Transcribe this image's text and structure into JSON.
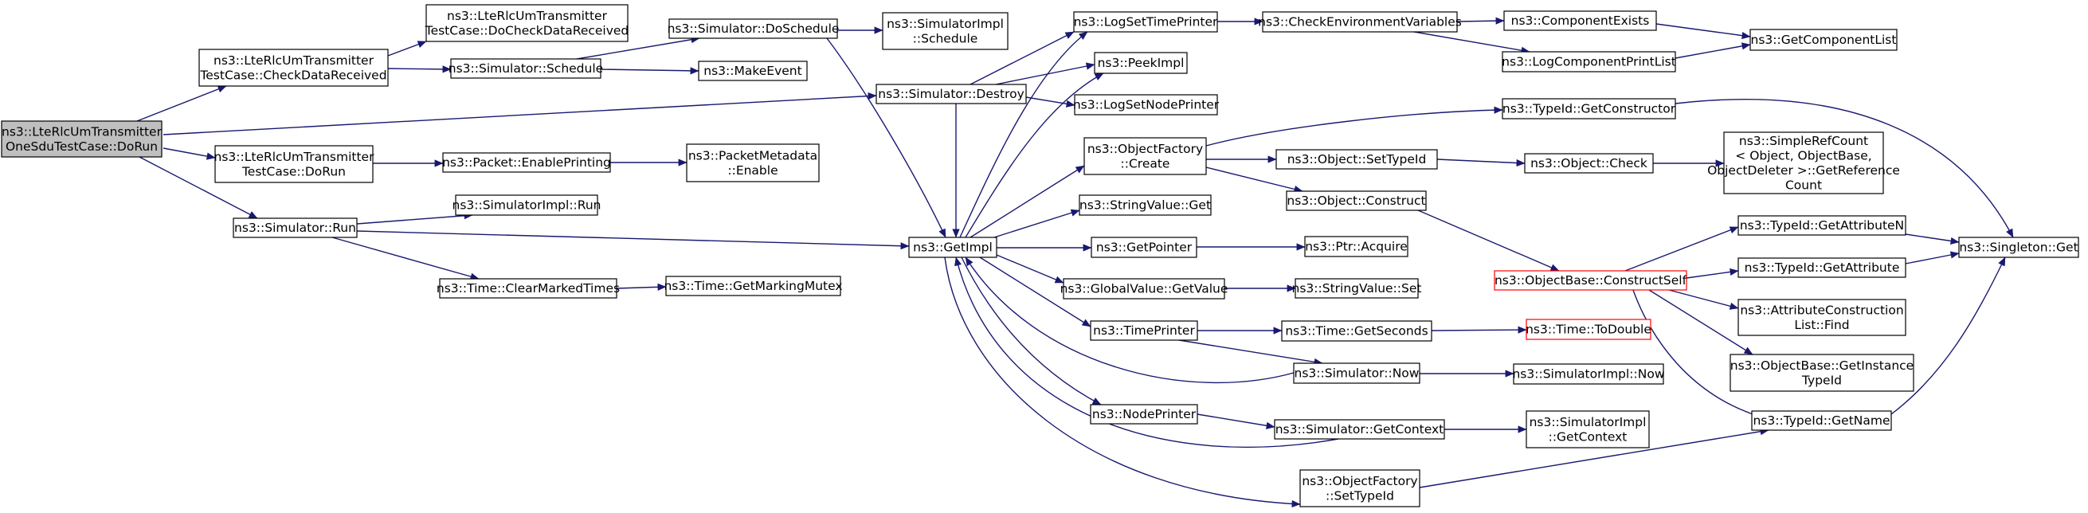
{
  "colors": {
    "edge": "#191970",
    "node_border": "#000000",
    "node_border_red": "#ff0000",
    "node_fill": "#ffffff",
    "root_fill": "#bfbfbf"
  },
  "nodes": [
    {
      "id": "dorun_root",
      "lines": [
        "ns3::LteRlcUmTransmitter",
        "OneSduTestCase::DoRun"
      ],
      "root": true
    },
    {
      "id": "check_data_received",
      "lines": [
        "ns3::LteRlcUmTransmitter",
        "TestCase::CheckDataReceived"
      ]
    },
    {
      "id": "do_check_data_received",
      "lines": [
        "ns3::LteRlcUmTransmitter",
        "TestCase::DoCheckDataReceived"
      ]
    },
    {
      "id": "tc_dorun",
      "lines": [
        "ns3::LteRlcUmTransmitter",
        "TestCase::DoRun"
      ]
    },
    {
      "id": "sim_run",
      "lines": [
        "ns3::Simulator::Run"
      ]
    },
    {
      "id": "sim_schedule",
      "lines": [
        "ns3::Simulator::Schedule"
      ]
    },
    {
      "id": "sim_doschedule",
      "lines": [
        "ns3::Simulator::DoSchedule"
      ]
    },
    {
      "id": "make_event",
      "lines": [
        "ns3::MakeEvent"
      ]
    },
    {
      "id": "simimpl_schedule",
      "lines": [
        "ns3::SimulatorImpl",
        "::Schedule"
      ]
    },
    {
      "id": "packet_enable_printing",
      "lines": [
        "ns3::Packet::EnablePrinting"
      ]
    },
    {
      "id": "packetmeta_enable",
      "lines": [
        "ns3::PacketMetadata",
        "::Enable"
      ]
    },
    {
      "id": "simimpl_run",
      "lines": [
        "ns3::SimulatorImpl::Run"
      ]
    },
    {
      "id": "time_clearmarked",
      "lines": [
        "ns3::Time::ClearMarkedTimes"
      ]
    },
    {
      "id": "time_getmarkingmutex",
      "lines": [
        "ns3::Time::GetMarkingMutex"
      ]
    },
    {
      "id": "sim_destroy",
      "lines": [
        "ns3::Simulator::Destroy"
      ]
    },
    {
      "id": "getimpl",
      "lines": [
        "ns3::GetImpl"
      ]
    },
    {
      "id": "logsettimeprinter",
      "lines": [
        "ns3::LogSetTimePrinter"
      ]
    },
    {
      "id": "peekimpl",
      "lines": [
        "ns3::PeekImpl"
      ]
    },
    {
      "id": "logsetnodeprinter",
      "lines": [
        "ns3::LogSetNodePrinter"
      ]
    },
    {
      "id": "objfactory_create",
      "lines": [
        "ns3::ObjectFactory",
        "::Create"
      ]
    },
    {
      "id": "stringvalue_get",
      "lines": [
        "ns3::StringValue::Get"
      ]
    },
    {
      "id": "getpointer",
      "lines": [
        "ns3::GetPointer"
      ]
    },
    {
      "id": "globalvalue_getvalue",
      "lines": [
        "ns3::GlobalValue::GetValue"
      ]
    },
    {
      "id": "timeprinter",
      "lines": [
        "ns3::TimePrinter"
      ]
    },
    {
      "id": "nodeprinter",
      "lines": [
        "ns3::NodePrinter"
      ]
    },
    {
      "id": "objfactory_settypeid",
      "lines": [
        "ns3::ObjectFactory",
        "::SetTypeId"
      ]
    },
    {
      "id": "checkenvvars",
      "lines": [
        "ns3::CheckEnvironmentVariables"
      ]
    },
    {
      "id": "componentexists",
      "lines": [
        "ns3::ComponentExists"
      ]
    },
    {
      "id": "logcomponentprintlist",
      "lines": [
        "ns3::LogComponentPrintList"
      ]
    },
    {
      "id": "getcomponentlist",
      "lines": [
        "ns3::GetComponentList"
      ]
    },
    {
      "id": "typeid_getconstructor",
      "lines": [
        "ns3::TypeId::GetConstructor"
      ]
    },
    {
      "id": "object_settypeid",
      "lines": [
        "ns3::Object::SetTypeId"
      ]
    },
    {
      "id": "object_check",
      "lines": [
        "ns3::Object::Check"
      ]
    },
    {
      "id": "simplerefcount",
      "lines": [
        "ns3::SimpleRefCount",
        "< Object, ObjectBase,",
        "ObjectDeleter >::GetReference",
        "Count"
      ]
    },
    {
      "id": "object_construct",
      "lines": [
        "ns3::Object::Construct"
      ]
    },
    {
      "id": "ptr_acquire",
      "lines": [
        "ns3::Ptr::Acquire"
      ]
    },
    {
      "id": "stringvalue_set",
      "lines": [
        "ns3::StringValue::Set"
      ]
    },
    {
      "id": "time_getseconds",
      "lines": [
        "ns3::Time::GetSeconds"
      ]
    },
    {
      "id": "time_todouble",
      "lines": [
        "ns3::Time::ToDouble"
      ],
      "red": true
    },
    {
      "id": "sim_now",
      "lines": [
        "ns3::Simulator::Now"
      ]
    },
    {
      "id": "simimpl_now",
      "lines": [
        "ns3::SimulatorImpl::Now"
      ]
    },
    {
      "id": "sim_getcontext",
      "lines": [
        "ns3::Simulator::GetContext"
      ]
    },
    {
      "id": "simimpl_getcontext",
      "lines": [
        "ns3::SimulatorImpl",
        "::GetContext"
      ]
    },
    {
      "id": "objectbase_constructself",
      "lines": [
        "ns3::ObjectBase::ConstructSelf"
      ],
      "red": true
    },
    {
      "id": "typeid_getattributen",
      "lines": [
        "ns3::TypeId::GetAttributeN"
      ]
    },
    {
      "id": "typeid_getattribute",
      "lines": [
        "ns3::TypeId::GetAttribute"
      ]
    },
    {
      "id": "attrconstructionlist_find",
      "lines": [
        "ns3::AttributeConstruction",
        "List::Find"
      ]
    },
    {
      "id": "objectbase_getinstancetypeid",
      "lines": [
        "ns3::ObjectBase::GetInstance",
        "TypeId"
      ]
    },
    {
      "id": "typeid_getname",
      "lines": [
        "ns3::TypeId::GetName"
      ]
    },
    {
      "id": "singleton_get",
      "lines": [
        "ns3::Singleton::Get"
      ]
    }
  ]
}
